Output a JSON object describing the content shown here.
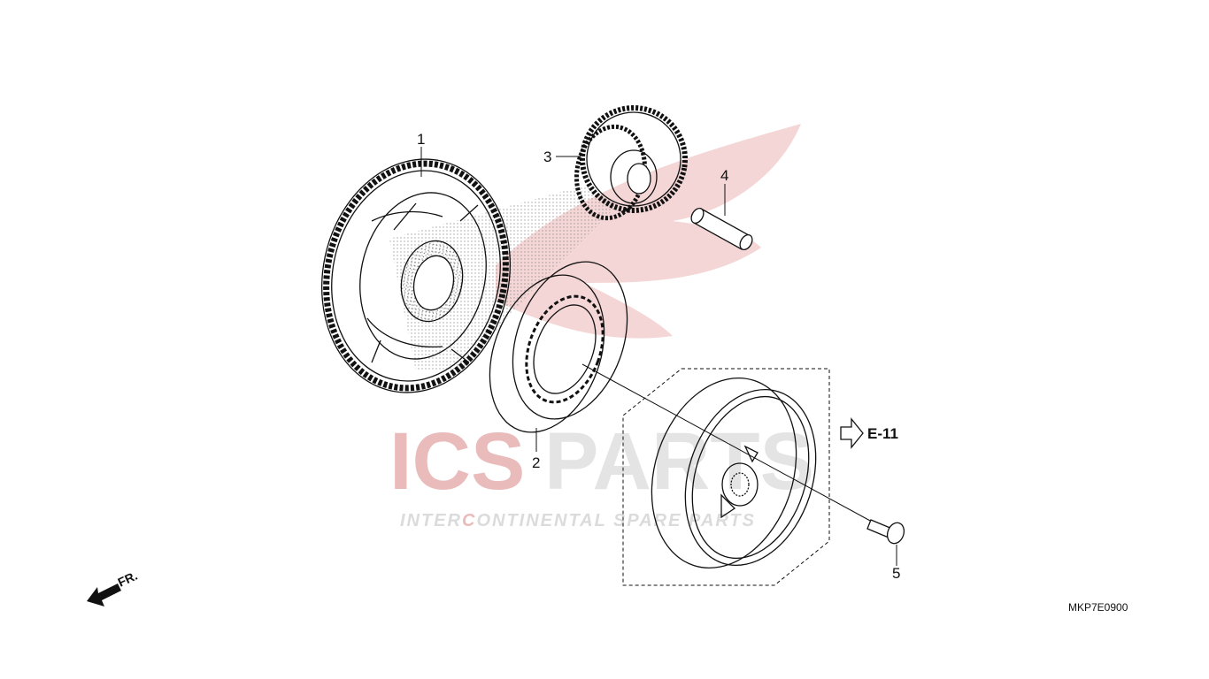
{
  "callouts": {
    "c1": "1",
    "c2": "2",
    "c3": "3",
    "c4": "4",
    "c5": "5"
  },
  "reference": "E-11",
  "front_marker": "FR.",
  "diagram_code": "MKP7E0900",
  "watermark": {
    "logo_part1": "ICS",
    "logo_part2": "PARTS",
    "tagline_part1": "INTER",
    "tagline_part2": "C",
    "tagline_part3": "ONTINENTAL SPARE PARTS",
    "colors": {
      "red": "#e8b4b4",
      "grey": "#dcdcdc"
    }
  },
  "colors": {
    "line": "#111111",
    "stipple": "#8a8a8a"
  }
}
